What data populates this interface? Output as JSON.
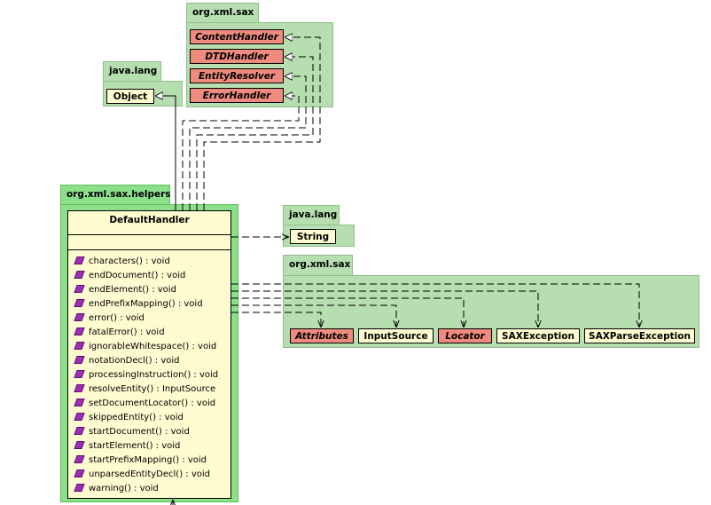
{
  "packages": {
    "sax_top": {
      "name": "org.xml.sax"
    },
    "java_lang_top": {
      "name": "java.lang"
    },
    "helpers": {
      "name": "org.xml.sax.helpers"
    },
    "java_lang_right": {
      "name": "java.lang"
    },
    "sax_right": {
      "name": "org.xml.sax"
    }
  },
  "classes": {
    "content_handler": "ContentHandler",
    "dtd_handler": "DTDHandler",
    "entity_resolver": "EntityResolver",
    "error_handler": "ErrorHandler",
    "object": "Object",
    "string": "String",
    "attributes": "Attributes",
    "input_source": "InputSource",
    "locator": "Locator",
    "sax_exception": "SAXException",
    "sax_parse_exception": "SAXParseException"
  },
  "default_handler": {
    "name": "DefaultHandler",
    "operations": [
      "characters() : void",
      "endDocument() : void",
      "endElement() : void",
      "endPrefixMapping() : void",
      "error() : void",
      "fatalError() : void",
      "ignorableWhitespace() : void",
      "notationDecl() : void",
      "processingInstruction() : void",
      "resolveEntity() : InputSource",
      "setDocumentLocator() : void",
      "skippedEntity() : void",
      "startDocument() : void",
      "startElement() : void",
      "startPrefixMapping() : void",
      "unparsedEntityDecl() : void",
      "warning() : void"
    ]
  },
  "colors": {
    "package": "#b6deb0",
    "package_highlight": "#8de08a",
    "interface": "#ee8a7e",
    "class": "#fffbd0",
    "method_icon": "#9b2fb5"
  }
}
